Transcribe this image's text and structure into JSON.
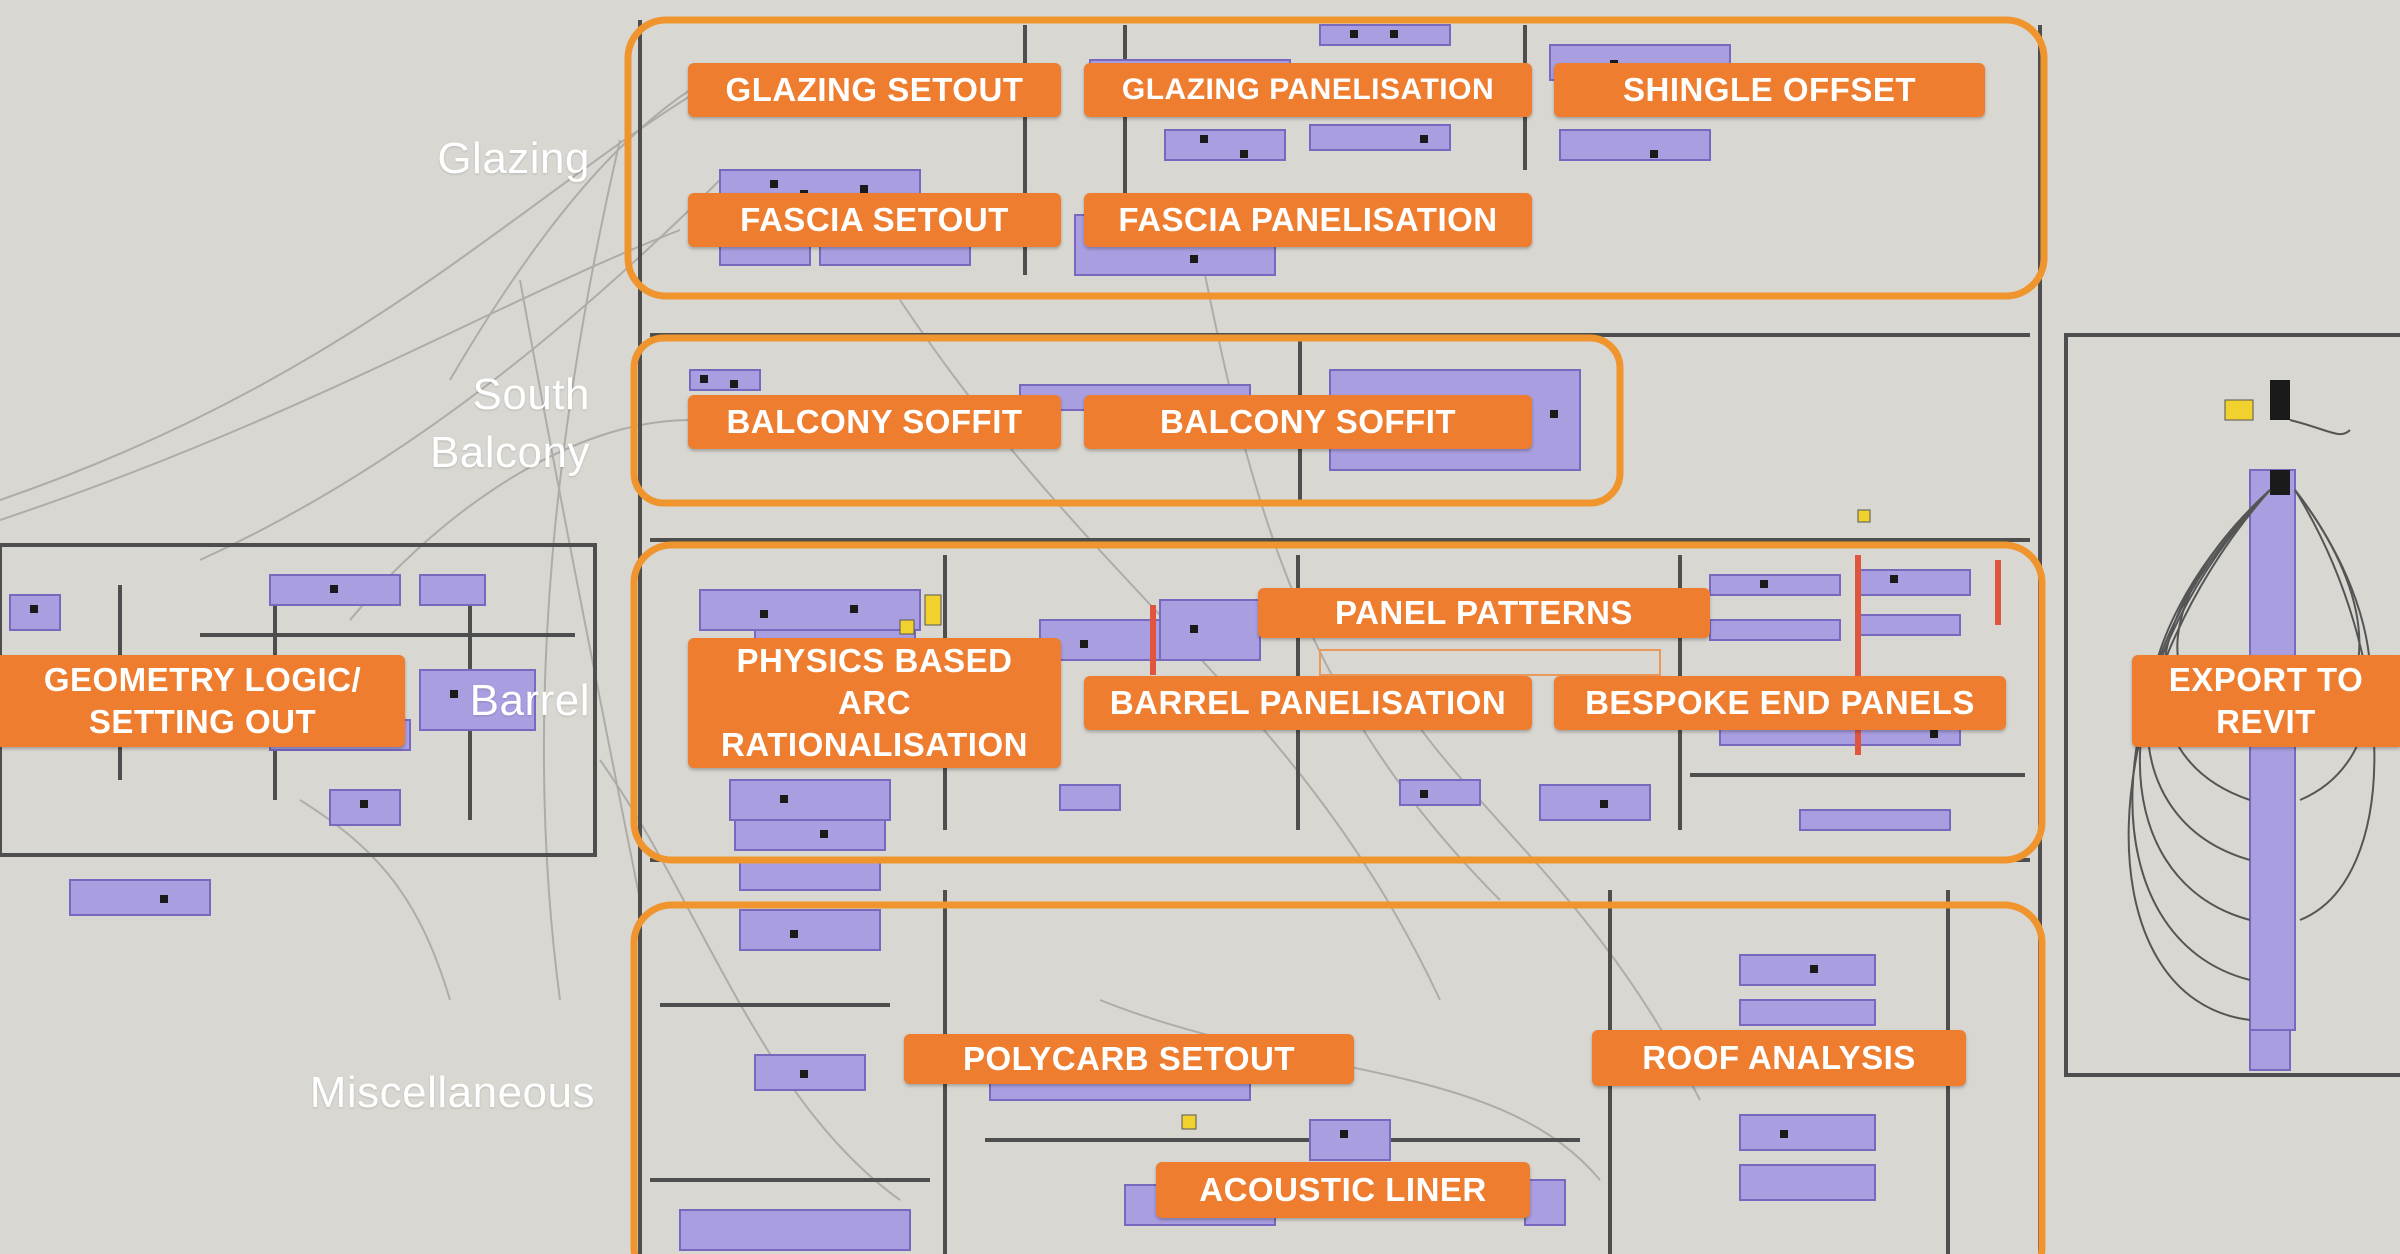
{
  "colors": {
    "canvas": "#d9d7d1",
    "accent_orange": "#ee7d2f",
    "group_outline": "#f0952e",
    "component_fill": "#a99ee0",
    "wire": "#7a7a7a"
  },
  "group_labels": {
    "glazing": "Glazing",
    "south_balcony_line1": "South",
    "south_balcony_line2": "Balcony",
    "barrel": "Barrel",
    "miscellaneous": "Miscellaneous"
  },
  "tags": {
    "glazing_setout": "GLAZING SETOUT",
    "glazing_panelisation": "GLAZING PANELISATION",
    "shingle_offset": "SHINGLE OFFSET",
    "fascia_setout": "FASCIA SETOUT",
    "fascia_panelisation": "FASCIA PANELISATION",
    "balcony_soffit_1": "BALCONY SOFFIT",
    "balcony_soffit_2": "BALCONY SOFFIT",
    "panel_patterns": "PANEL PATTERNS",
    "physics_based_arc": "PHYSICS BASED\nARC\nRATIONALISATION",
    "barrel_panelisation": "BARREL PANELISATION",
    "bespoke_end_panels": "BESPOKE END PANELS",
    "geometry_logic": "GEOMETRY LOGIC/\nSETTING OUT",
    "export_to_revit": "EXPORT TO\nREVIT",
    "polycarb_setout": "POLYCARB SETOUT",
    "roof_analysis": "ROOF ANALYSIS",
    "acoustic_liner": "ACOUSTIC LINER"
  }
}
